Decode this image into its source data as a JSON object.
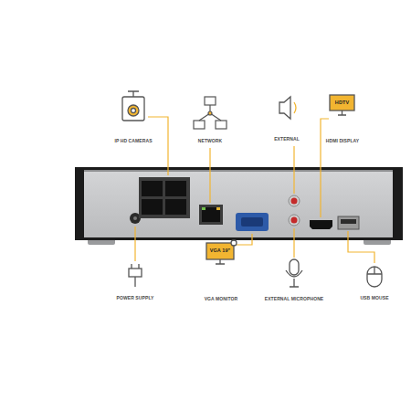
{
  "diagram": {
    "labels": [
      "IP HD CAMERAS",
      "NETWORK",
      "EXTERNAL",
      "HDTV",
      "HDMI DISPLAY",
      "POWER SUPPLY",
      "VGA 19\"",
      "VGA MONITOR",
      "EXTERNAL MICROPHONE",
      "USB MOUSE"
    ]
  }
}
